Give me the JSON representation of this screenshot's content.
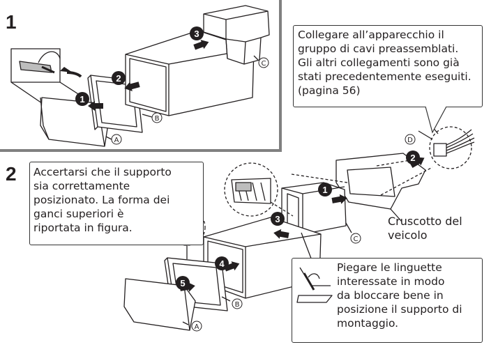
{
  "steps": {
    "step1": "1",
    "step2": "2"
  },
  "callouts": {
    "cable": [
      "Collegare all’apparecchio il",
      "gruppo di cavi preassemblati.",
      "Gli altri collegamenti sono già",
      "stati precedentemente eseguiti.",
      "(pagina 56)"
    ],
    "support": [
      "Accertarsi che il supporto",
      "sia correttamente",
      "posizionato. La forma dei",
      "ganci superiori è",
      "riportata in figura."
    ],
    "tabs": [
      "Piegare le linguette",
      "interessate in modo",
      "da bloccare bene in",
      "posizione il supporto di",
      "montaggio."
    ]
  },
  "dashboard_label": [
    "Cruscotto del",
    "veicolo"
  ],
  "letters": {
    "a": "A",
    "b": "B",
    "c": "C",
    "d": "D"
  },
  "badges": {
    "b1": "1",
    "b2": "2",
    "b3": "3",
    "b4": "4",
    "b5": "5"
  },
  "colors": {
    "line": "#231f20",
    "frame": "#808080",
    "badge": "#231f20"
  }
}
